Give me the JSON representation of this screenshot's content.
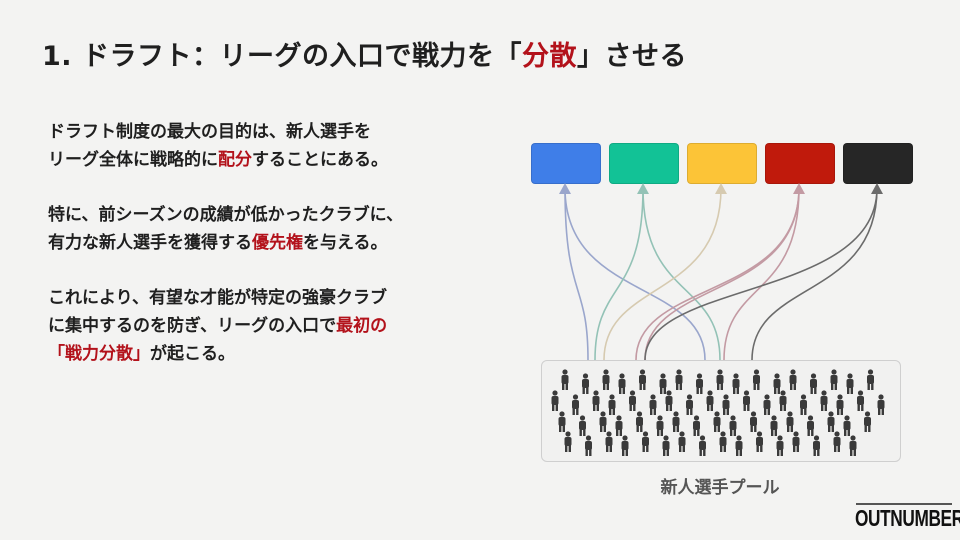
{
  "title": {
    "prefix": "1. ドラフト：リーグの入口で戦力を「",
    "highlight": "分散",
    "suffix": "」させる"
  },
  "body": {
    "p1": {
      "l1": "ドラフト制度の最大の目的は、新人選手を",
      "l2a": "リーグ全体に戦略的に",
      "l2hl": "配分",
      "l2b": "することにある。"
    },
    "p2": {
      "l1": "特に、前シーズンの成績が低かったクラブに、",
      "l2a": "有力な新人選手を獲得する",
      "l2hl": "優先権",
      "l2b": "を与える。"
    },
    "p3": {
      "l1": "これにより、有望な才能が特定の強豪クラブ",
      "l2a": "に集中するのを防ぎ、リーグの入口で",
      "l2hl": "最初の",
      "l3hl": "「戦力分散」",
      "l3b": "が起こる。"
    }
  },
  "diagram": {
    "teams": [
      {
        "color": "#3f7ee8"
      },
      {
        "color": "#12c296"
      },
      {
        "color": "#fcc437"
      },
      {
        "color": "#c01a0c"
      },
      {
        "color": "#262626"
      }
    ],
    "arrow_colors": [
      "#9aa6cc",
      "#93c2b6",
      "#d6cab0",
      "#c39aa3",
      "#6b6b6b"
    ],
    "pool_label": "新人選手プール"
  },
  "logo": {
    "text": "OUTNUMBER"
  }
}
